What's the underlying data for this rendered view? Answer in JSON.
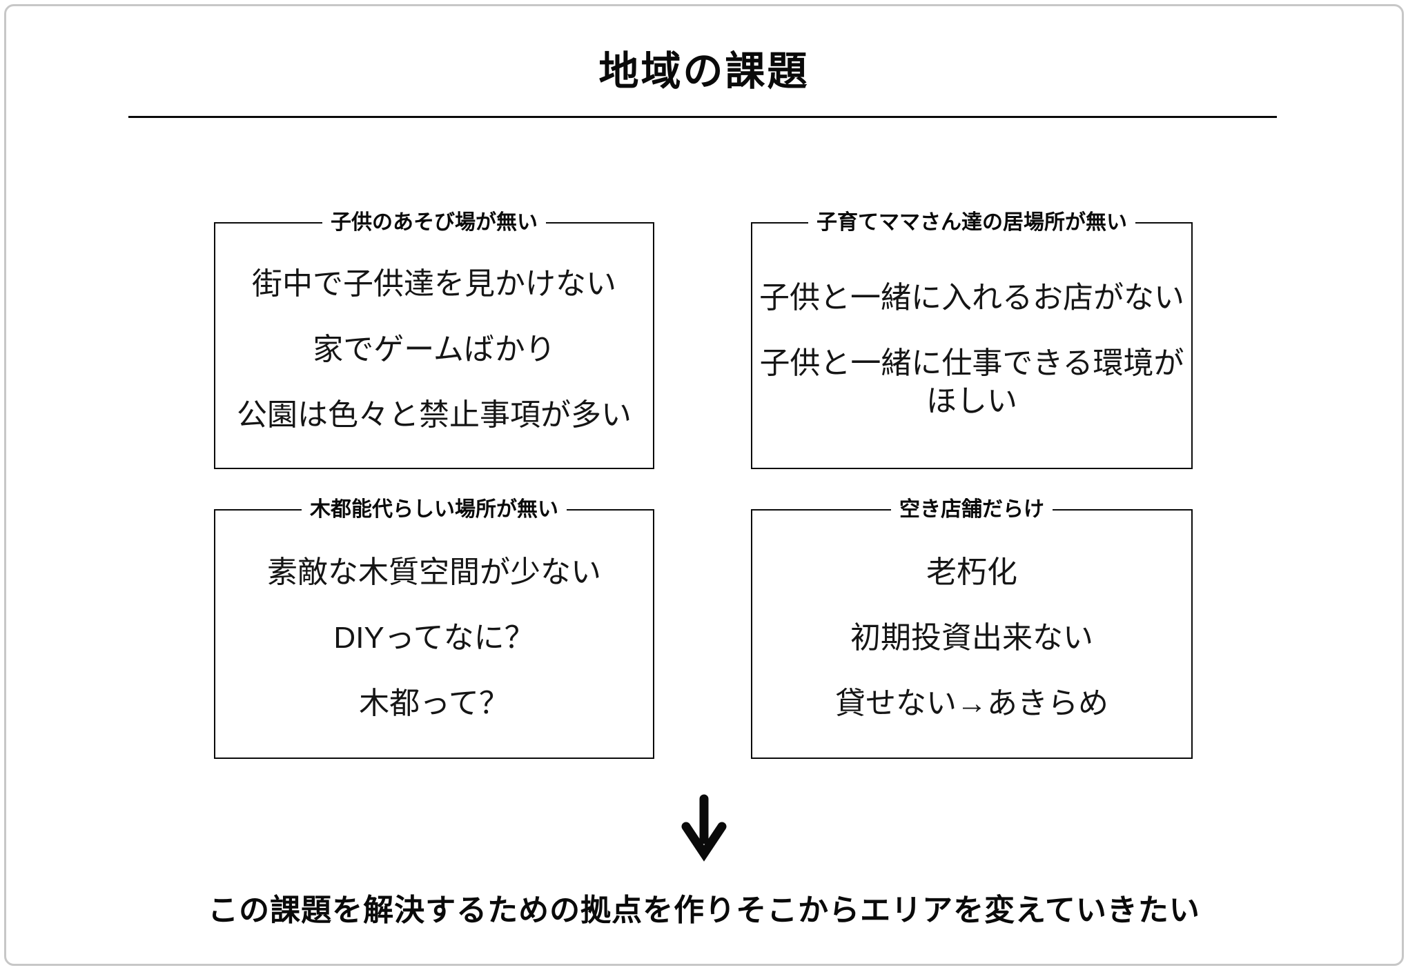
{
  "slide": {
    "title": "地域の課題",
    "boxes": [
      {
        "label": "子供のあそび場が無い",
        "items": [
          "街中で子供達を見かけない",
          "家でゲームばかり",
          "公園は色々と禁止事項が多い"
        ]
      },
      {
        "label": "子育てママさん達の居場所が無い",
        "items": [
          "子供と一緒に入れるお店がない",
          "子供と一緒に仕事できる環境がほしい"
        ]
      },
      {
        "label": "木都能代らしい場所が無い",
        "items": [
          "素敵な木質空間が少ない",
          "DIYってなに？",
          "木都って？"
        ]
      },
      {
        "label": "空き店舗だらけ",
        "items": [
          "老朽化",
          "初期投資出来ない",
          "貸せない→あきらめ"
        ]
      }
    ],
    "icons": {
      "down_arrow": "↓"
    },
    "conclusion": "この課題を解決するための拠点を作りそこからエリアを変えていきたい",
    "colors": {
      "text": "#0a0a0a",
      "box_border": "#0a0a0a",
      "frame_border": "#c7c7c7",
      "background": "#ffffff"
    }
  }
}
